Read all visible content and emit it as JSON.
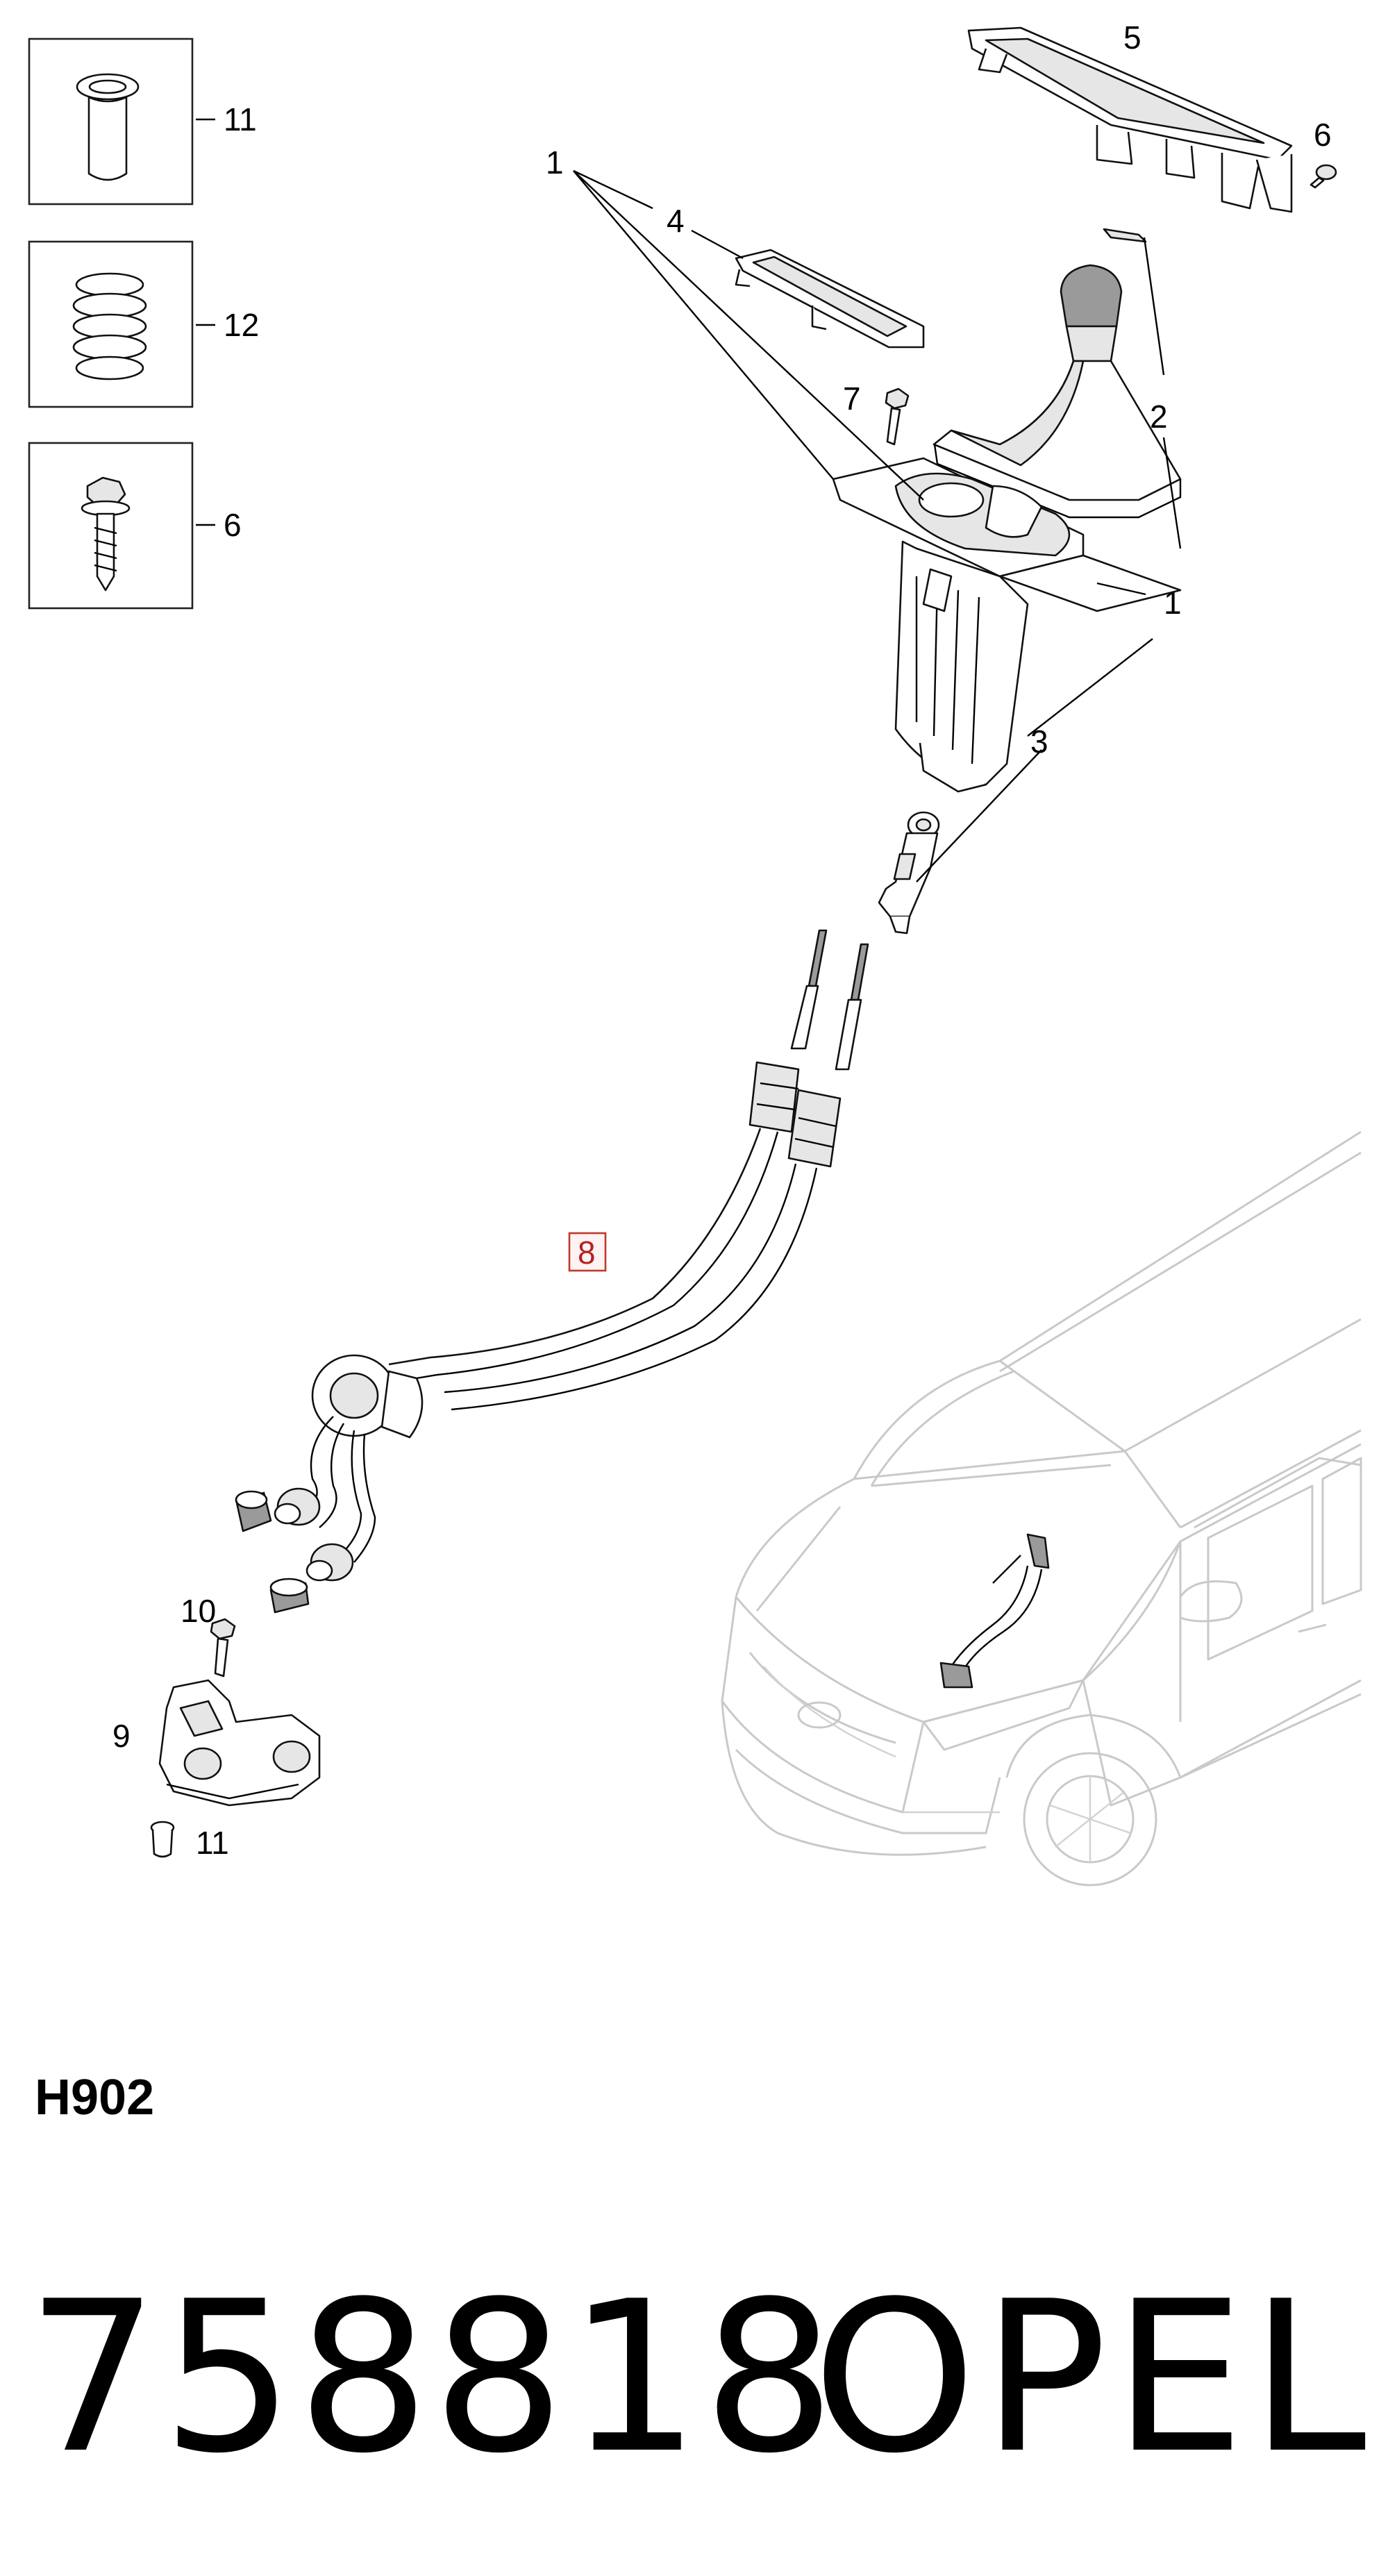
{
  "diagram": {
    "callouts": {
      "c1_top": "1",
      "c1_right": "1",
      "c2": "2",
      "c3": "3",
      "c4": "4",
      "c5": "5",
      "c6_top": "6",
      "c7": "7",
      "c8": "8",
      "c9": "9",
      "c10": "10",
      "c11_bottom": "11"
    },
    "insets": {
      "inset_11": "11",
      "inset_12": "12",
      "inset_6": "6"
    },
    "highlight_color": "#c0392b",
    "icons": [
      "gearshift-unit",
      "boot-frame",
      "shift-boot",
      "cover-trim",
      "screw",
      "bolt",
      "cable-end-clip",
      "shift-cable",
      "mounting-bracket",
      "bushing",
      "spring",
      "clip-nut",
      "vehicle-outline"
    ]
  },
  "footer": {
    "page_code": "H902",
    "part_number": "758818",
    "brand": "OPEL"
  }
}
